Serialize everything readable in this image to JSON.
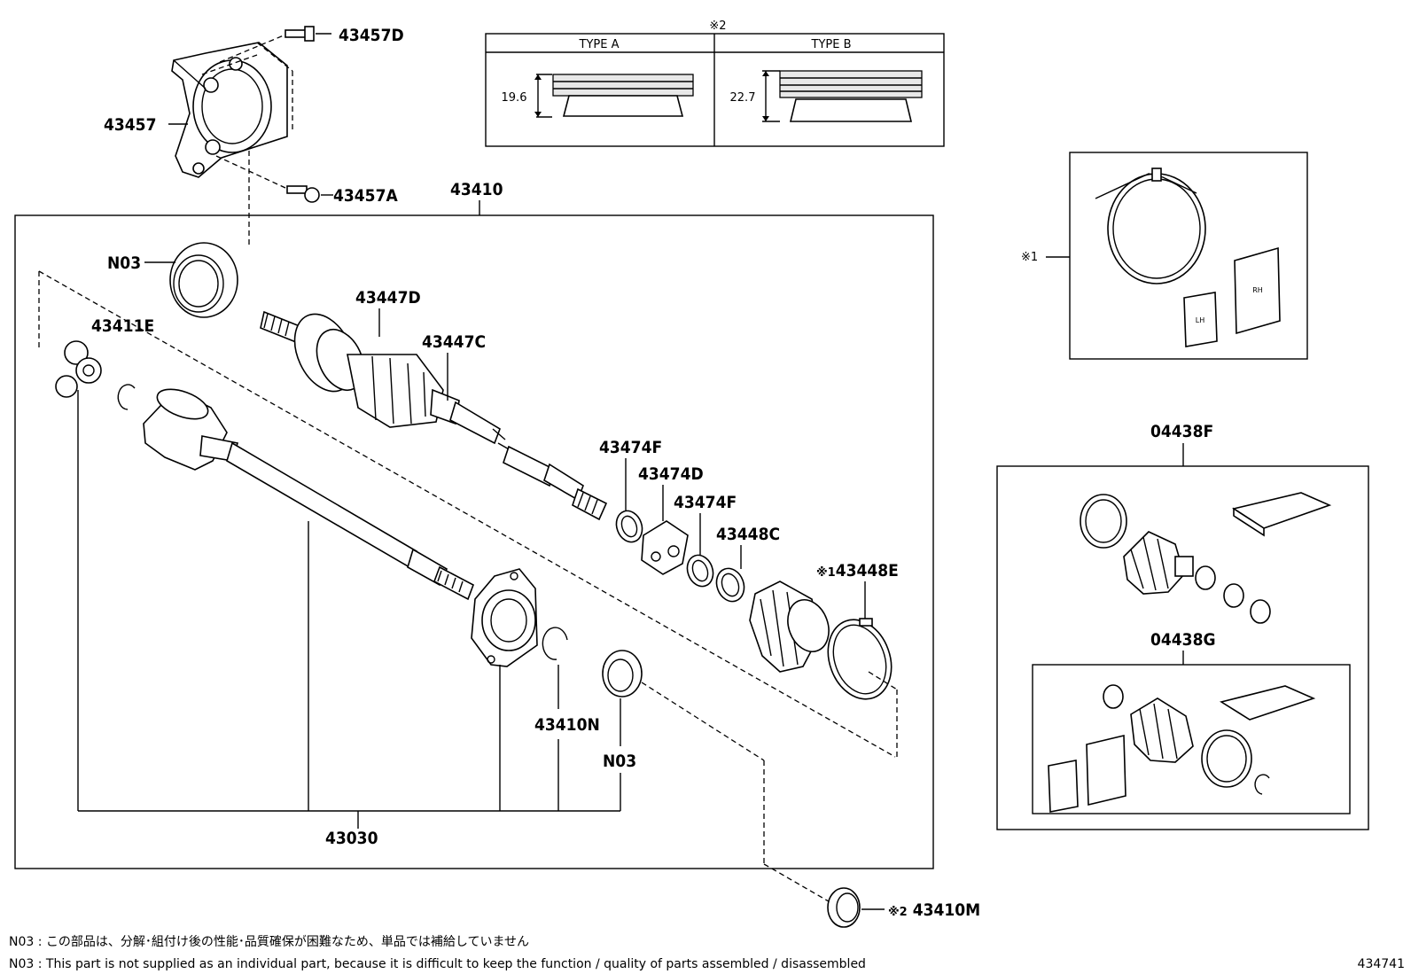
{
  "labels": {
    "p43457D": "43457D",
    "p43457": "43457",
    "p43457A": "43457A",
    "p43410": "43410",
    "pN03_top": "N03",
    "p43411E": "43411E",
    "p43447D": "43447D",
    "p43447C": "43447C",
    "p43474F_1": "43474F",
    "p43474D": "43474D",
    "p43474F_2": "43474F",
    "p43448C": "43448C",
    "p43448E": "43448E",
    "p43410N": "43410N",
    "pN03_bottom": "N03",
    "p43030": "43030",
    "p43410M": "43410M",
    "p04438F": "04438F",
    "p04438G": "04438G",
    "ref1_a": "※1",
    "ref1_b": "※1",
    "ref2_a": "※2",
    "ref2_b": "※2"
  },
  "type_table": {
    "marker": "※2",
    "type_a": "TYPE A",
    "type_b": "TYPE B",
    "dim_a": "19.6",
    "dim_b": "22.7"
  },
  "notes": {
    "jp": "N03 : この部品は、分解･組付け後の性能･品質確保が困難なため、単品では補給していません",
    "en": "N03 : This part is not supplied as an individual part, because it is difficult to keep the function / quality of parts  assembled / disassembled"
  },
  "diagram_id": "434741"
}
